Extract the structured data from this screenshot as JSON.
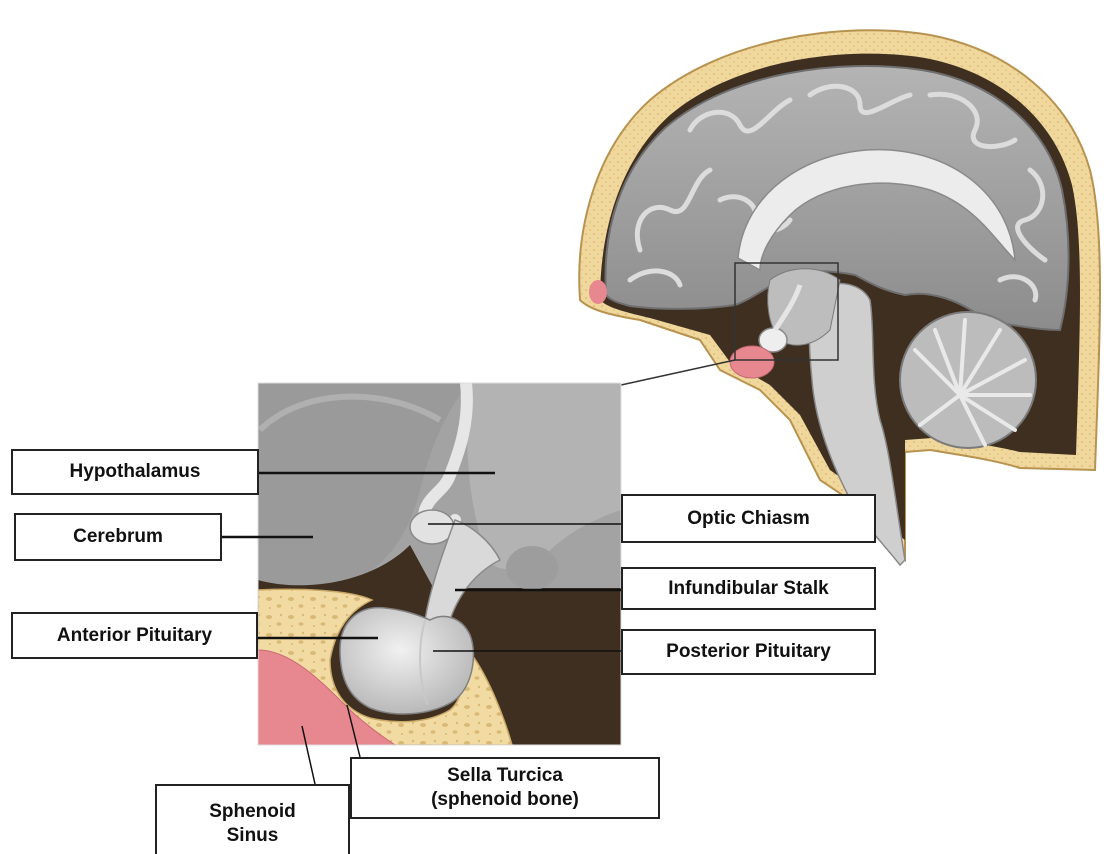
{
  "labels": {
    "hypothalamus": "Hypothalamus",
    "cerebrum": "Cerebrum",
    "anterior_pituitary": "Anterior Pituitary",
    "optic_chiasm": "Optic Chiasm",
    "infundibular_stalk": "Infundibular Stalk",
    "posterior_pituitary": "Posterior Pituitary",
    "sphenoid_sinus_line1": "Sphenoid",
    "sphenoid_sinus_line2": "Sinus",
    "sella_turcica_line1": "Sella Turcica",
    "sella_turcica_line2": "(sphenoid bone)"
  },
  "colors": {
    "bone": "#f2dba3",
    "bone_outline": "#c9a866",
    "brain_gray": "#a6a6a6",
    "brain_dark": "#7d7d7d",
    "white_matter": "#e6e6e6",
    "cavity_dark": "#3e2f20",
    "sinus_pink": "#e7878f",
    "label_border": "#222222"
  }
}
